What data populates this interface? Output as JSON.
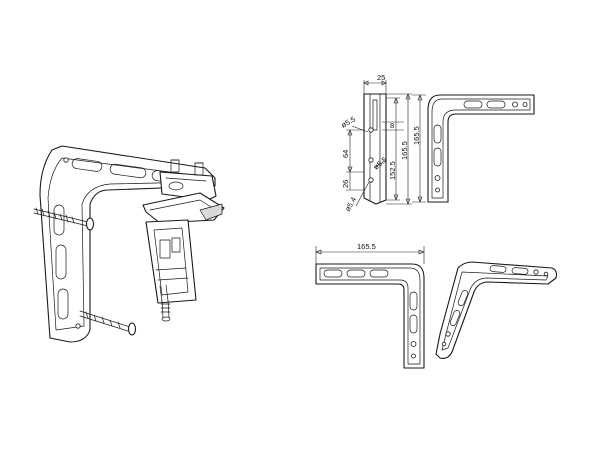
{
  "drawing": {
    "views": [
      {
        "id": "isometric-assembly"
      },
      {
        "id": "side-view"
      },
      {
        "id": "front-view-top-right"
      },
      {
        "id": "front-view-bottom-left"
      },
      {
        "id": "perspective-view"
      }
    ],
    "dimensions": {
      "top_width": "25",
      "hole_dia_top": "ø5.5",
      "small_offset": "8",
      "spacing_mid": "64",
      "height_inner": "152.5",
      "height_outer": "165.5",
      "hole_dia_mid": "ø5.5",
      "spacing_bottom": "26",
      "hole_dia_bottom": "ø5.4",
      "front_height": "165.5",
      "front_width": "165.5"
    }
  }
}
